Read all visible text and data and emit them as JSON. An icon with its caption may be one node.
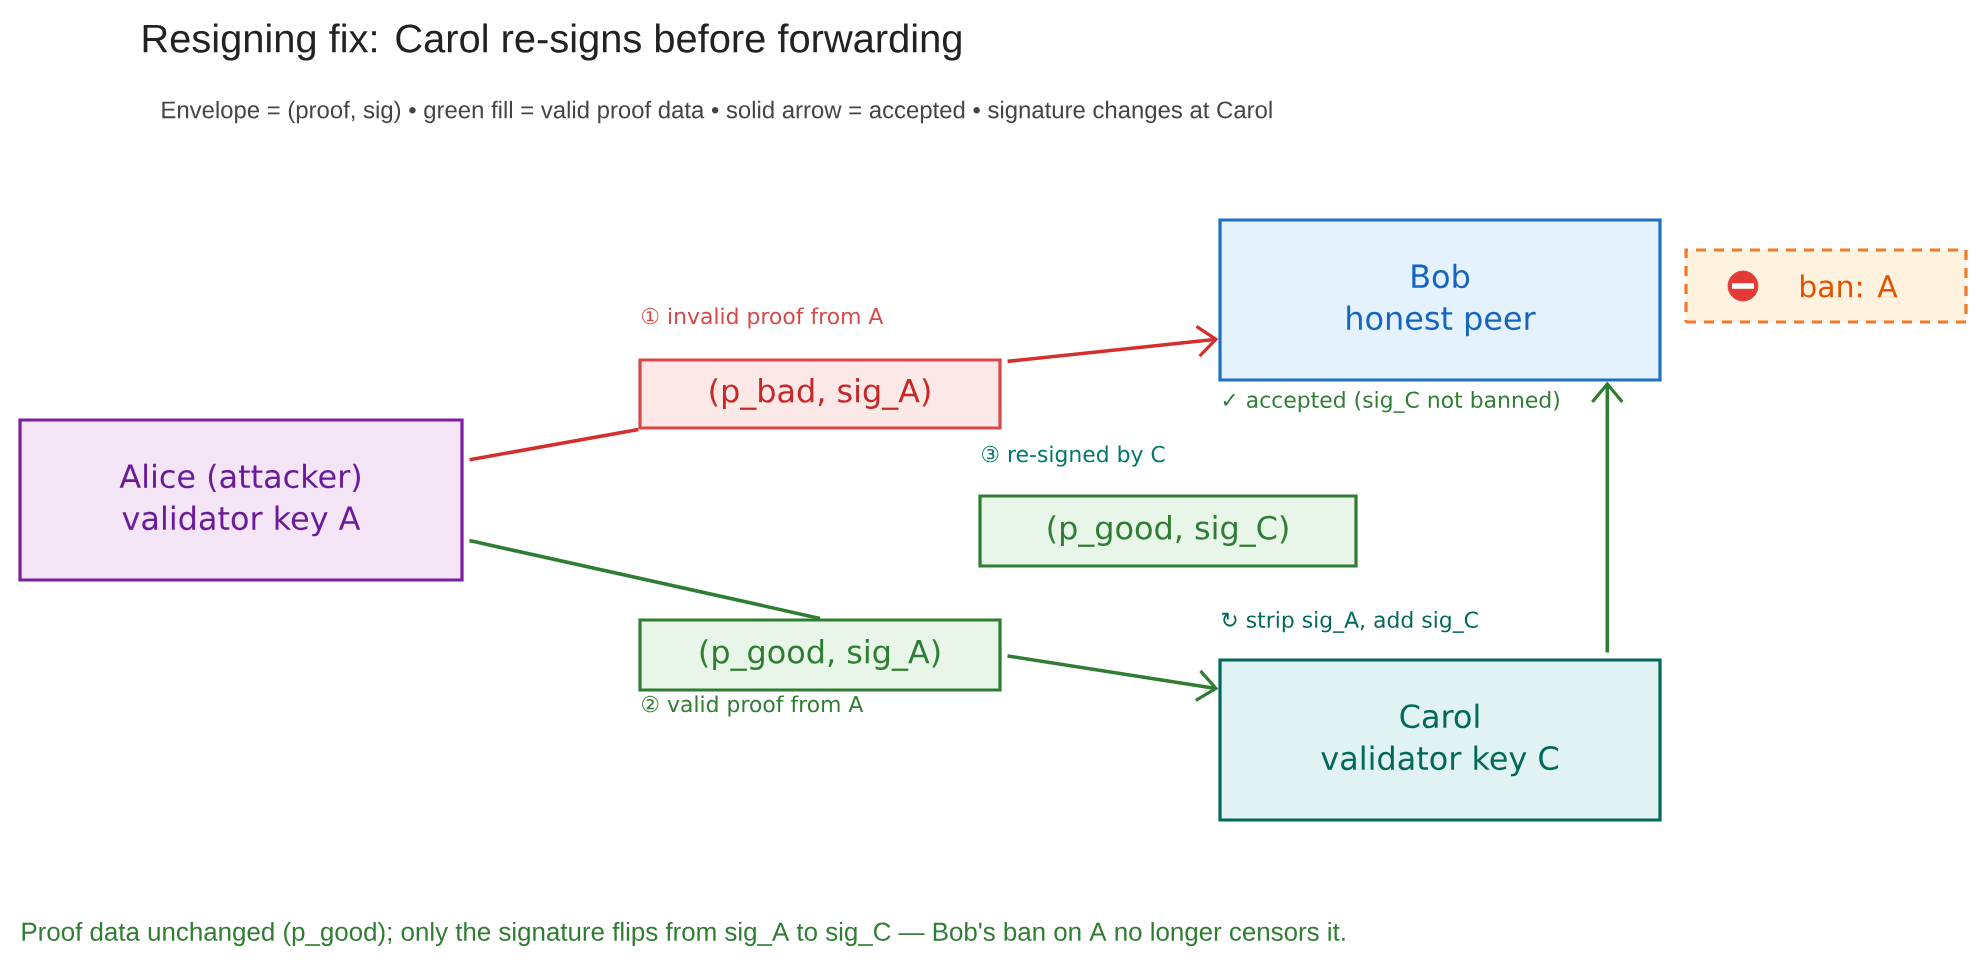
{
  "diagram": {
    "title": "Resigning fix: Carol re-signs before forwarding",
    "caption": "Proof data unchanged (p_good); only the signature flips from sig_A to sig_C — Bob's ban on A no longer censors it.",
    "labels": [
      "Envelope = (proof, sig) • green fill = valid proof data • solid arrow = accepted • signature changes at Carol"
    ],
    "nodes": [
      {
        "text": [
          "Alice (attacker)",
          "validator key A"
        ]
      },
      {
        "text": [
          "Bob",
          "honest peer"
        ],
        "beside": [
          "✓ accepted (sig_C not banned)"
        ]
      },
      {
        "text": [
          "ban: A"
        ]
      },
      {
        "text": [
          "Carol",
          "validator key C"
        ],
        "beside": [
          "↻ strip sig_A, add sig_C"
        ]
      },
      {
        "text": [
          "(p_bad, sig_A)"
        ],
        "beside": [
          "① invalid proof from A"
        ]
      },
      {
        "text": [
          "(p_good, sig_A)"
        ],
        "beside": [
          "② valid proof from A"
        ]
      },
      {
        "text": [
          "(p_good, sig_C)"
        ],
        "beside": [
          "③ re-signed by C"
        ]
      }
    ],
    "edges": [
      {
        "from": 0,
        "to": 4,
        "arrow": "none",
        "color": "#d32f2f"
      },
      {
        "from": 4,
        "to": 1,
        "arrow": "to",
        "color": "#d32f2f"
      },
      {
        "from": 0,
        "to": 5,
        "arrow": "none"
      },
      {
        "from": 5,
        "to": 3,
        "arrow": "to"
      },
      {
        "from": 3,
        "to": 1,
        "arrow": "to"
      }
    ]
  }
}
